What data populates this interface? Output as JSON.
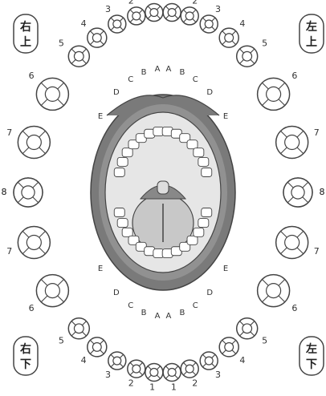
{
  "quadrant_badges": [
    {
      "id": "upper-right-patient",
      "line1": "右",
      "line2": "上"
    },
    {
      "id": "upper-left-patient",
      "line1": "左",
      "line2": "上"
    },
    {
      "id": "lower-right-patient",
      "line1": "右",
      "line2": "下"
    },
    {
      "id": "lower-left-patient",
      "line1": "左",
      "line2": "下"
    }
  ],
  "permanent_tooth_numbers": [
    "1",
    "2",
    "3",
    "4",
    "5",
    "6",
    "7",
    "8"
  ],
  "deciduous_tooth_letters": [
    "A",
    "B",
    "C",
    "D",
    "E"
  ],
  "colors": {
    "outline": "#444444",
    "lip": "#7a7a7a",
    "lip_light": "#bdbdbd",
    "mouth_inner": "#e6e6e6",
    "tongue": "#c8c8c8",
    "background": "#ffffff"
  }
}
